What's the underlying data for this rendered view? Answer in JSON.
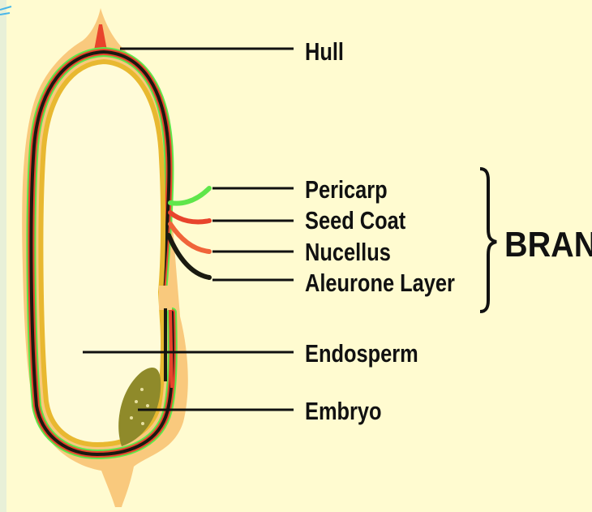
{
  "labels": {
    "hull": "Hull",
    "pericarp": "Pericarp",
    "seed_coat": "Seed Coat",
    "nucellus": "Nucellus",
    "aleurone": "Aleurone Layer",
    "endosperm": "Endosperm",
    "embryo": "Embryo",
    "bran": "BRAN"
  },
  "colors": {
    "background": "#fffbd0",
    "hull": "#f9c97d",
    "pericarp": "#5fe64a",
    "seed_coat": "#e8442c",
    "nucellus": "#f0643a",
    "aleurone": "#1a1a10",
    "endosperm_edge": "#e8b830",
    "embryo": "#8f8a2a"
  }
}
